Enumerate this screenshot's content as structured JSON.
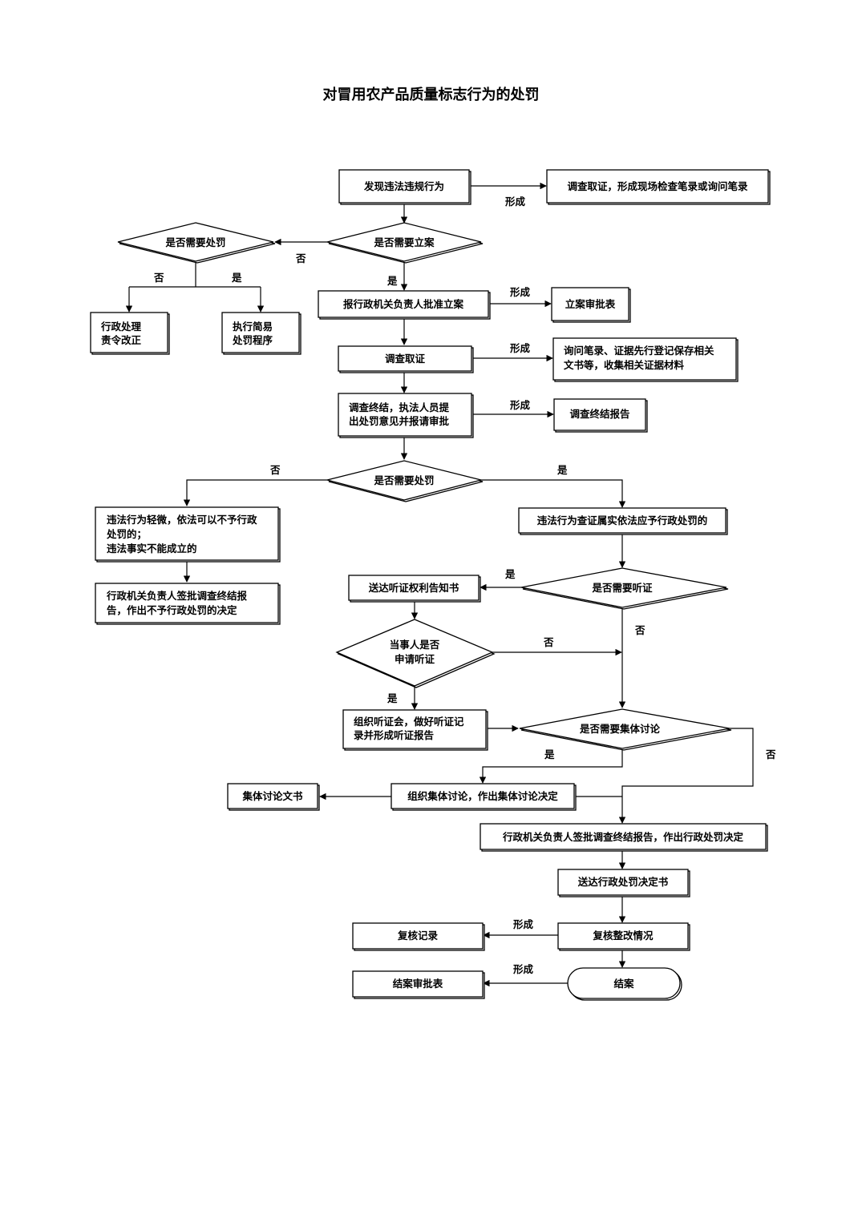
{
  "title": "对冒用农产品质量标志行为的处罚",
  "nodes": {
    "discover": "发现违法违规行为",
    "investigate_initial": "调查取证，形成现场检查笔录或询问笔录",
    "need_filing": "是否需要立案",
    "need_penalty_1": "是否需要处罚",
    "admin_correct": [
      "行政处理",
      "责令改正"
    ],
    "simple_procedure": [
      "执行简易",
      "处罚程序"
    ],
    "report_approval": "报行政机关负责人批准立案",
    "filing_form": "立案审批表",
    "investigate": "调查取证",
    "investigate_docs": [
      "询问笔录、证据先行登记保存相关",
      "文书等，收集相关证据材料"
    ],
    "investigation_end": [
      "调查终结，执法人员提",
      "出处罚意见并报请审批"
    ],
    "end_report": "调查终结报告",
    "need_penalty_2": "是否需要处罚",
    "minor_violation": [
      "违法行为轻微，依法可以不予行政",
      "处罚的；",
      "违法事实不能成立的"
    ],
    "no_penalty_decision": [
      "行政机关负责人签批调查终结报",
      "告，作出不予行政处罚的决定"
    ],
    "verified_violation": "违法行为查证属实依法应予行政处罚的",
    "need_hearing": "是否需要听证",
    "hearing_notice": "送达听证权利告知书",
    "party_apply": [
      "当事人是否",
      "申请听证"
    ],
    "hold_hearing": [
      "组织听证会，做好听证记",
      "录并形成听证报告"
    ],
    "need_collective": "是否需要集体讨论",
    "collective_doc": "集体讨论文书",
    "collective_discussion": "组织集体讨论，作出集体讨论决定",
    "penalty_decision": "行政机关负责人签批调查终结报告，作出行政处罚决定",
    "deliver_decision": "送达行政处罚决定书",
    "review_record": "复核记录",
    "review_rectify": "复核整改情况",
    "case_form": "结案审批表",
    "close_case": "结案"
  },
  "edge_labels": {
    "form": "形成",
    "yes": "是",
    "no": "否"
  }
}
